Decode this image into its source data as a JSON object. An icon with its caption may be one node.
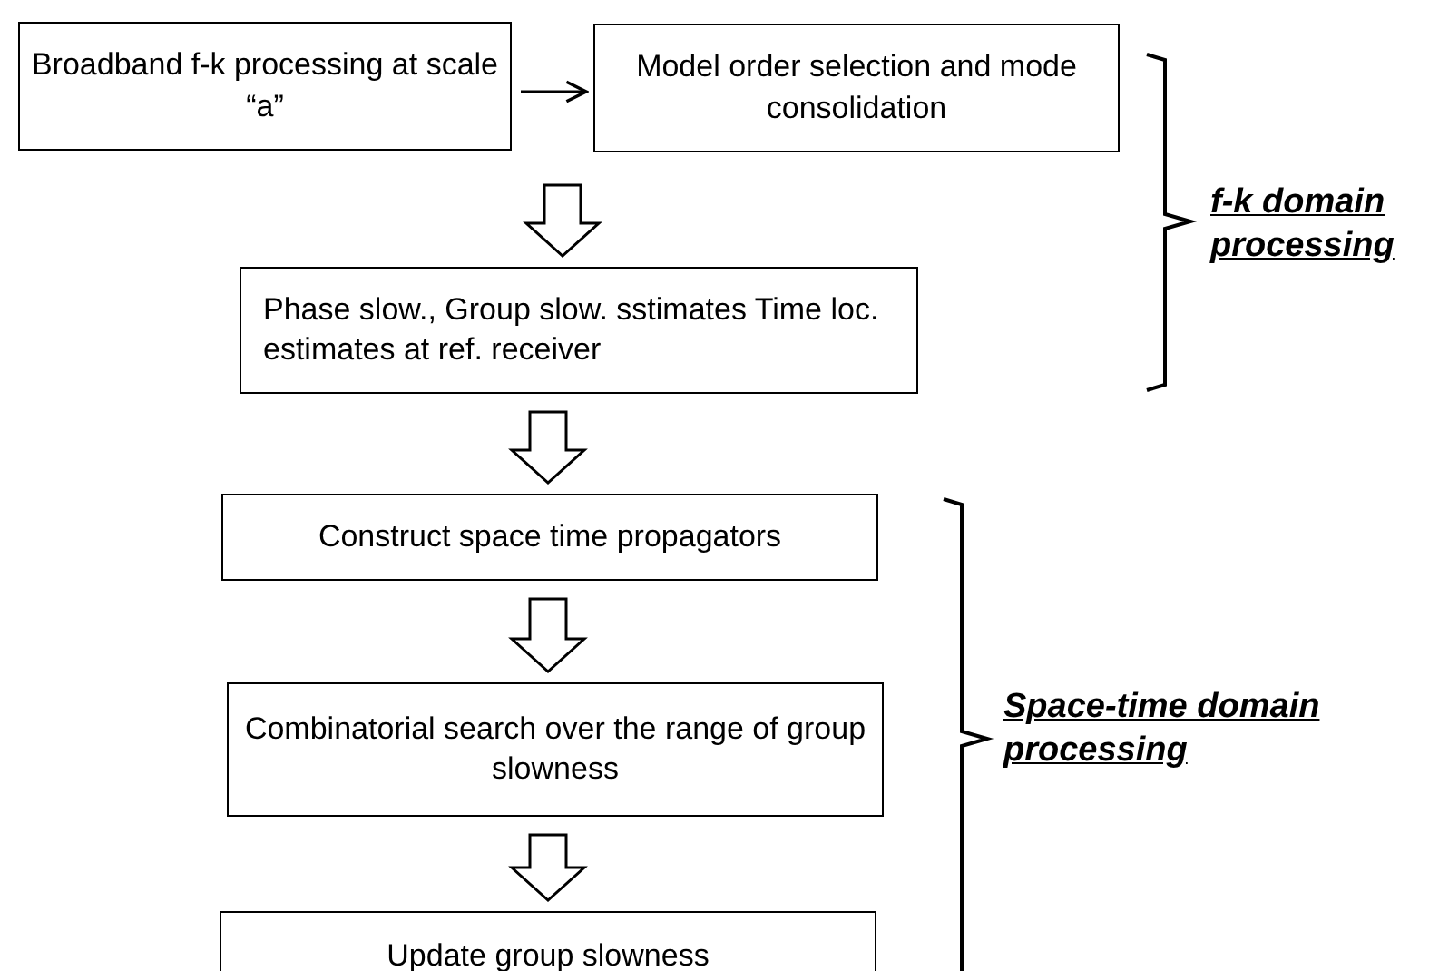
{
  "diagram": {
    "nodes": [
      {
        "text": [
          "Broadband f-k processing at scale “a”"
        ]
      },
      {
        "text": [
          "Model order selection and mode consolidation"
        ]
      },
      {
        "text": [
          "Phase slow., Group slow. sstimates Time loc. estimates at ref. receiver"
        ]
      },
      {
        "text": [
          "Construct space time propagators"
        ]
      },
      {
        "text": [
          "Combinatorial search over the range of group slowness"
        ]
      },
      {
        "text": [
          "Update group slowness"
        ]
      }
    ],
    "edges": [
      {
        "from": 0,
        "to": 1,
        "arrow": "to"
      },
      {
        "from": null,
        "to": 2,
        "arrow": "to"
      },
      {
        "from": 2,
        "to": 3,
        "arrow": "to"
      },
      {
        "from": 3,
        "to": 4,
        "arrow": "to"
      },
      {
        "from": 4,
        "to": 5,
        "arrow": "to"
      }
    ],
    "labels": [
      "f-k domain processing",
      "Space-time domain processing"
    ]
  }
}
